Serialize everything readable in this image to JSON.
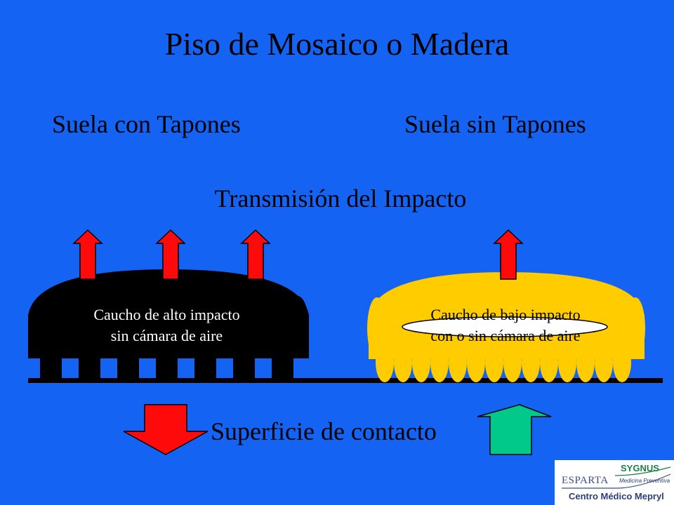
{
  "title": "Piso de Mosaico o Madera",
  "left_heading": "Suela con Tapones",
  "right_heading": "Suela sin Tapones",
  "transmission_label": "Transmisión del Impacto",
  "left_sole": {
    "label_line1": "Caucho de alto impacto",
    "label_line2": "sin cámara de aire"
  },
  "right_sole": {
    "label_line1": "Caucho de bajo impacto",
    "label_line2": "con o sin cámara de aire"
  },
  "contact_label": "Superficie de contacto",
  "logo": {
    "brand": "ESPARTA",
    "partner": "SYGNUS",
    "subtitle": "Medicina Preventiva",
    "center": "Centro Médico Mepryl"
  },
  "colors": {
    "background": "#1463f2",
    "up_arrow": "#ff0a0a",
    "contact_down_arrow": "#ff0a0a",
    "contact_up_arrow": "#00c98a",
    "left_sole": "#000000",
    "right_sole": "#ffcc00"
  }
}
